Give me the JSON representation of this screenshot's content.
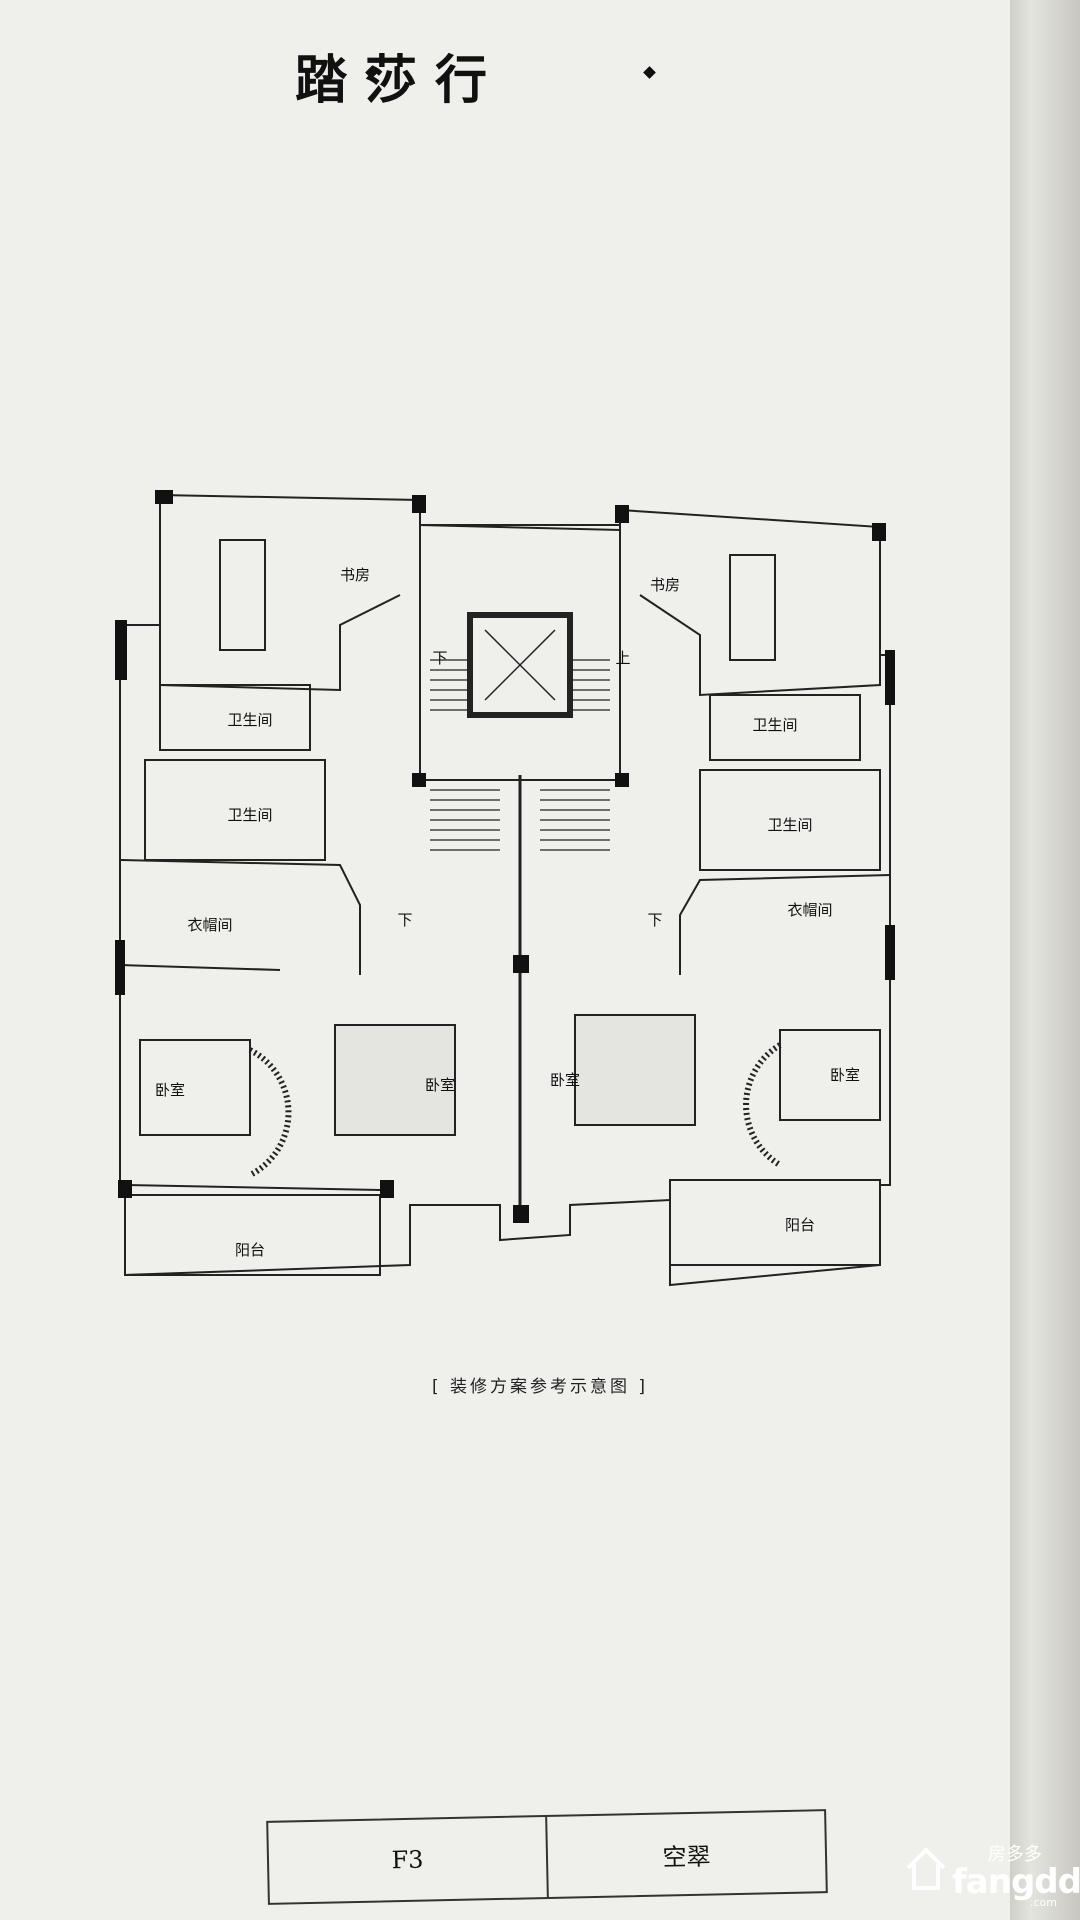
{
  "title": "踏莎行",
  "rooms": {
    "study": "书房",
    "bathroom": "卫生间",
    "closet": "衣帽间",
    "bedroom": "卧室",
    "balcony": "阳台"
  },
  "stairs": {
    "up": "上",
    "down": "下"
  },
  "caption": "[ 装修方案参考示意图 ]",
  "footer": {
    "floor": "F3",
    "unit_name": "空翠"
  },
  "watermark": {
    "brand_cn": "房多多",
    "brand_en": "fangdd",
    "domain_suffix": ".com"
  }
}
